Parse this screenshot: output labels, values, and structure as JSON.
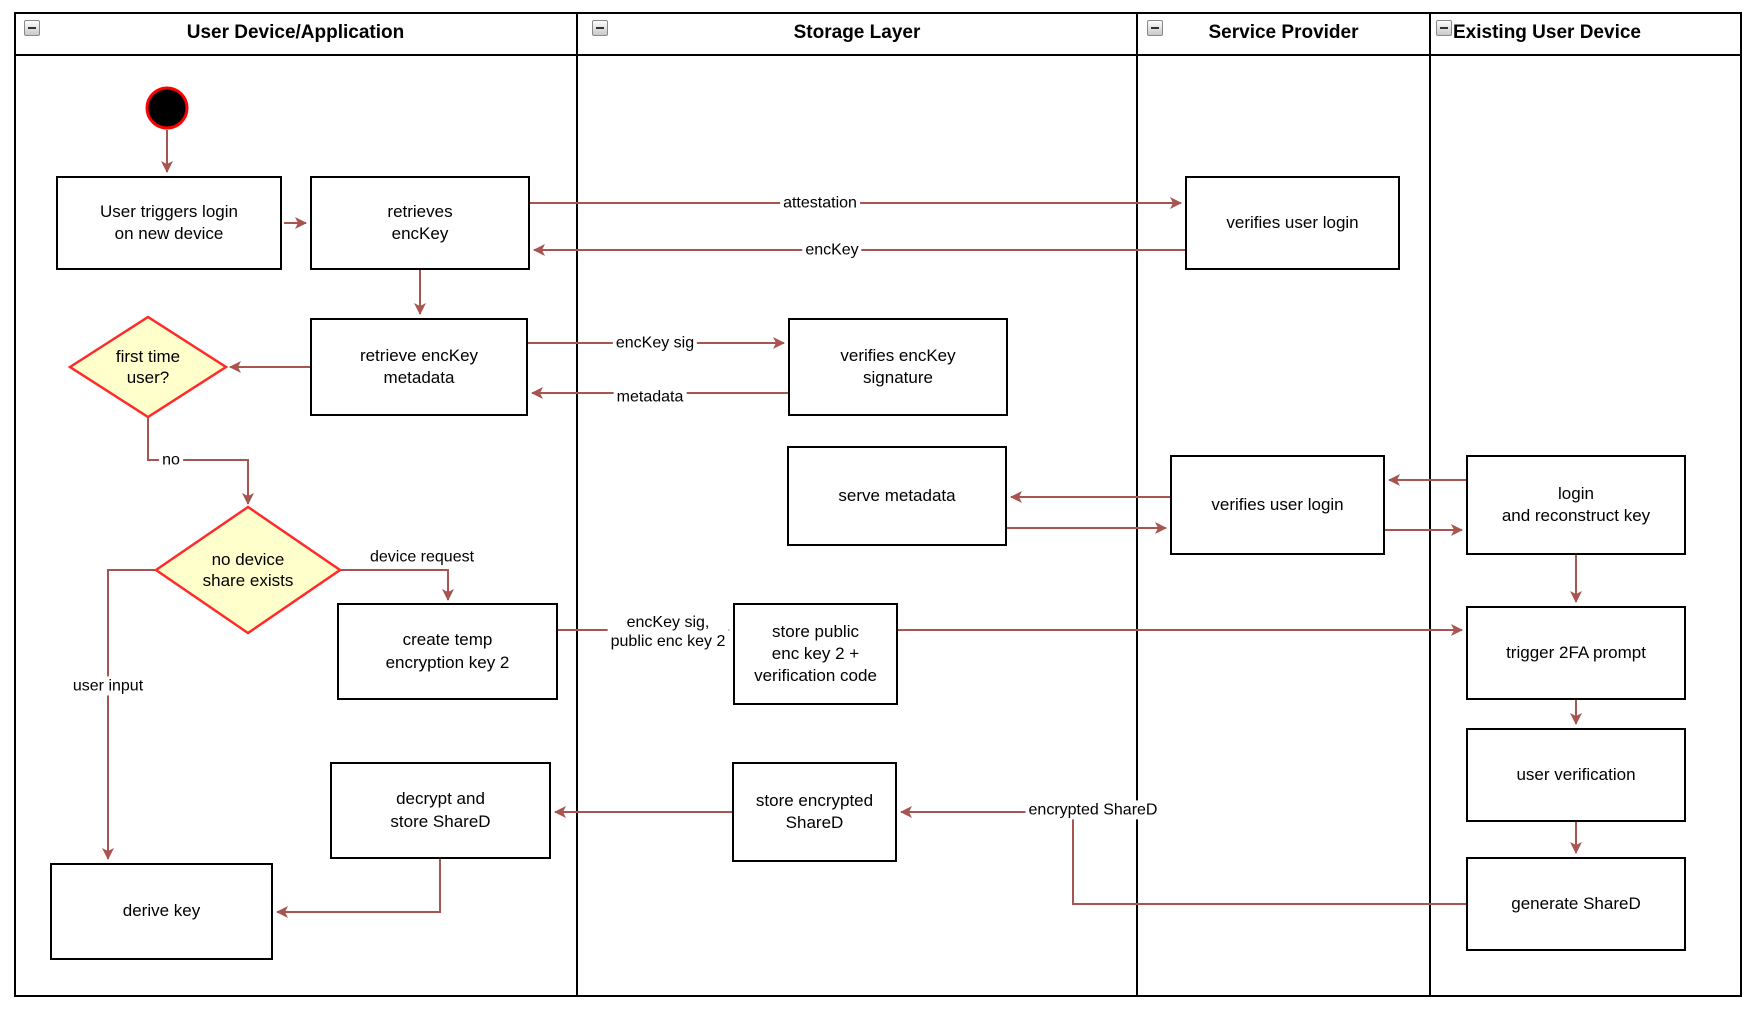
{
  "lanes": {
    "lane1": {
      "title": "User Device/Application"
    },
    "lane2": {
      "title": "Storage Layer"
    },
    "lane3": {
      "title": "Service Provider"
    },
    "lane4": {
      "title": "Existing User Device"
    }
  },
  "nodes": {
    "user_triggers_login": {
      "label": "User triggers login\non new device"
    },
    "retrieves_enckey": {
      "label": "retrieves\nencKey"
    },
    "verifies_user_login_1": {
      "label": "verifies user login"
    },
    "retrieve_enckey_metadata": {
      "label": "retrieve encKey\nmetadata"
    },
    "verifies_enckey_signature": {
      "label": "verifies encKey\nsignature"
    },
    "first_time_user": {
      "label": "first time\nuser?"
    },
    "no_device_share": {
      "label": "no device\nshare exists"
    },
    "create_temp_key2": {
      "label": "create temp\nencryption key 2"
    },
    "store_public_key2": {
      "label": "store public\nenc key 2 +\nverification code"
    },
    "serve_metadata": {
      "label": "serve metadata"
    },
    "verifies_user_login_2": {
      "label": "verifies user login"
    },
    "login_reconstruct": {
      "label": "login\nand reconstruct key"
    },
    "trigger_2fa": {
      "label": "trigger 2FA prompt"
    },
    "user_verification": {
      "label": "user verification"
    },
    "generate_shared": {
      "label": "generate ShareD"
    },
    "store_encrypted_shared": {
      "label": "store encrypted\nShareD"
    },
    "decrypt_store_shared": {
      "label": "decrypt and\nstore ShareD"
    },
    "derive_key": {
      "label": "derive key"
    }
  },
  "edge_labels": {
    "attestation": "attestation",
    "enckey": "encKey",
    "enckey_sig": "encKey sig",
    "metadata": "metadata",
    "no": "no",
    "device_request": "device request",
    "user_input": "user input",
    "enckey_sig_public": "encKey sig,\npublic enc key 2",
    "encrypted_shared": "encrypted ShareD"
  },
  "colors": {
    "edge": "#a85450",
    "diamond_fill": "#ffffcc",
    "diamond_border": "#ff2a2a",
    "start_fill": "#000000",
    "start_border": "#ff0000",
    "node_border": "#000000",
    "lane_border": "#000000"
  }
}
